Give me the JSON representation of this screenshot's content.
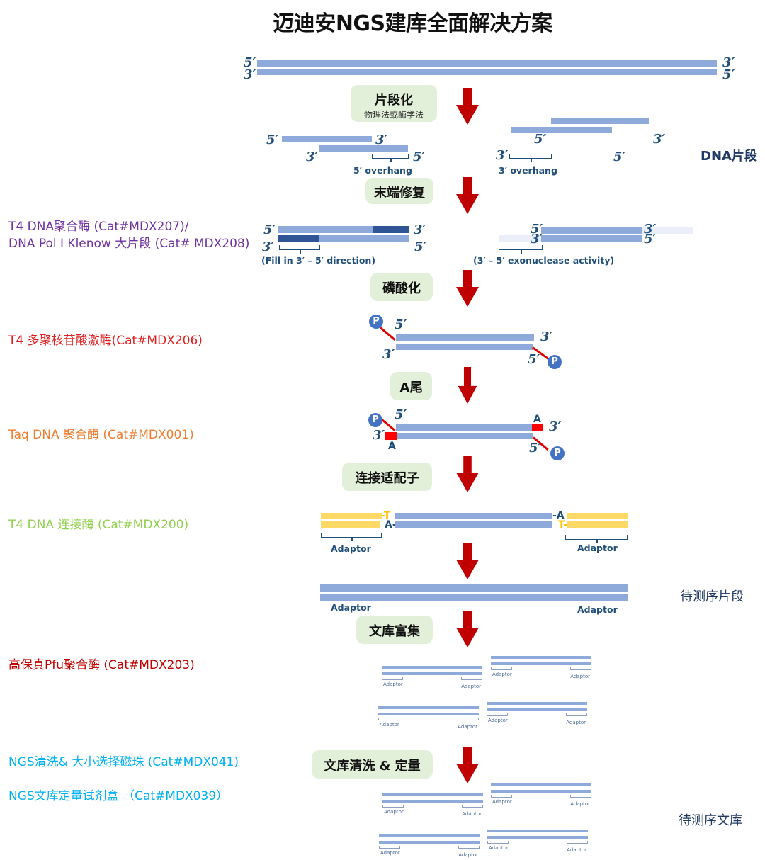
{
  "title": "迈迪安NGS建库全面解决方案",
  "colors": {
    "strand": "#8eaadb",
    "strand_dark": "#2f5597",
    "strand_faint": "#e9eef8",
    "adaptor": "#ffd966",
    "arrow": "#c00000",
    "step_box": "#e2efd9",
    "label_navy": "#1f3864",
    "phosphate": "#4472c4",
    "a_tail": "#ff0000"
  },
  "ends": {
    "five": "5′",
    "three": "3′"
  },
  "steps": [
    {
      "label": "片段化",
      "sub": "物理法或酶学法"
    },
    {
      "label": "末端修复"
    },
    {
      "label": "磷酸化"
    },
    {
      "label": "A尾"
    },
    {
      "label": "连接适配子"
    },
    {
      "label": "文库富集"
    },
    {
      "label": "文库清洗 & 定量"
    }
  ],
  "annotations": {
    "five_overhang": "5′ overhang",
    "three_overhang": "3′ overhang",
    "fill_in": "(Fill in 3′ – 5′ direction)",
    "exonuclease": "(3′ – 5′ exonuclease activity)",
    "phosphate": "P",
    "base_a": "A",
    "base_t": "T",
    "ligation_left_top": "-T",
    "ligation_left_bottom": "A-",
    "ligation_right_top": "-A",
    "ligation_right_bottom": "T-",
    "adaptor": "Adaptor"
  },
  "side_labels": {
    "dna_fragment": "DNA片段",
    "sequencing_fragment": "待测序片段",
    "sequencing_library": "待测序文库"
  },
  "enzymes": [
    {
      "text": "T4 DNA聚合酶 (Cat#MDX207)/",
      "color": "#7030a0"
    },
    {
      "text": "DNA Pol I Klenow 大片段 (Cat# MDX208)",
      "color": "#7030a0"
    },
    {
      "text": "T4 多聚核苷酸激酶(Cat#MDX206)",
      "color": "#e02020"
    },
    {
      "text": "Taq DNA 聚合酶 (Cat#MDX001)",
      "color": "#ed7d31"
    },
    {
      "text": "T4 DNA 连接酶 (Cat#MDX200)",
      "color": "#92d050"
    },
    {
      "text": "高保真Pfu聚合酶 (Cat#MDX203)",
      "color": "#c00000"
    },
    {
      "text": "NGS清洗& 大小选择磁珠 (Cat#MDX041)",
      "color": "#00b0f0"
    },
    {
      "text": "NGS文库定量试剂盒 （Cat#MDX039）",
      "color": "#00b0f0"
    }
  ]
}
